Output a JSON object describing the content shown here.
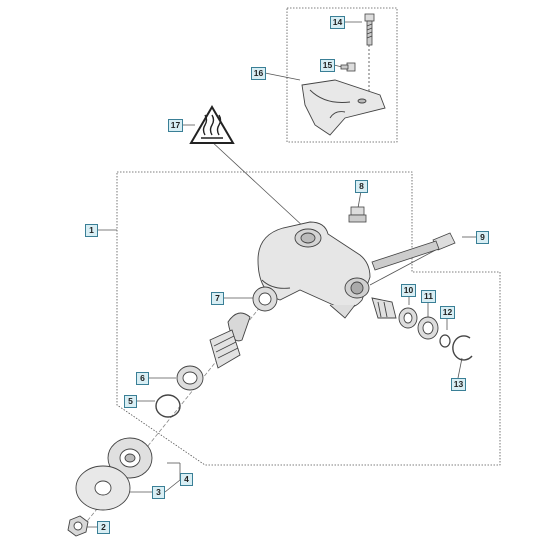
{
  "callouts": [
    {
      "id": "1",
      "label": "1"
    },
    {
      "id": "2",
      "label": "2"
    },
    {
      "id": "3",
      "label": "3"
    },
    {
      "id": "4",
      "label": "4"
    },
    {
      "id": "5",
      "label": "5"
    },
    {
      "id": "6",
      "label": "6"
    },
    {
      "id": "7",
      "label": "7"
    },
    {
      "id": "8",
      "label": "8"
    },
    {
      "id": "9",
      "label": "9"
    },
    {
      "id": "10",
      "label": "10"
    },
    {
      "id": "11",
      "label": "11"
    },
    {
      "id": "12",
      "label": "12"
    },
    {
      "id": "13",
      "label": "13"
    },
    {
      "id": "14",
      "label": "14"
    },
    {
      "id": "15",
      "label": "15"
    },
    {
      "id": "16",
      "label": "16"
    },
    {
      "id": "17",
      "label": "17"
    }
  ],
  "colors": {
    "line": "#555555",
    "callout_fill": "#d8eef4",
    "callout_border": "#3a7f96",
    "part_fill": "#e6e6e6",
    "part_dark": "#9a9a9a",
    "warning_fill": "#ffffff"
  },
  "icons": [
    "hot-surface-warning-icon"
  ]
}
